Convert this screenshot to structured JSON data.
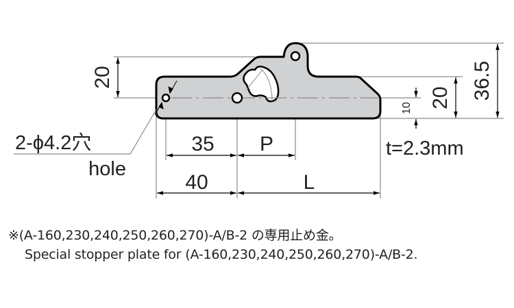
{
  "drawing": {
    "title": "Special stopper plate dimension drawing",
    "colors": {
      "plate_fill": "#d0d1d3",
      "outline": "#000000",
      "dim_line": "#8a8a8a",
      "text": "#231f20"
    },
    "dimensions": {
      "left_height": "20",
      "right_height_20": "20",
      "total_height": "36.5",
      "center_offset": "10",
      "hole_spacing": "35",
      "pitch": "P",
      "edge_to_hole": "40",
      "length": "L"
    },
    "hole_callout": {
      "label_jp": "2-ϕ4.2穴",
      "label_en": "hole"
    },
    "thickness": "t=2.3mm"
  },
  "notes": {
    "line1": "※(A-160,230,240,250,260,270)-A/B-2 の専用止め金。",
    "line2": "Special stopper plate for (A-160,230,240,250,260,270)-A/B-2."
  }
}
